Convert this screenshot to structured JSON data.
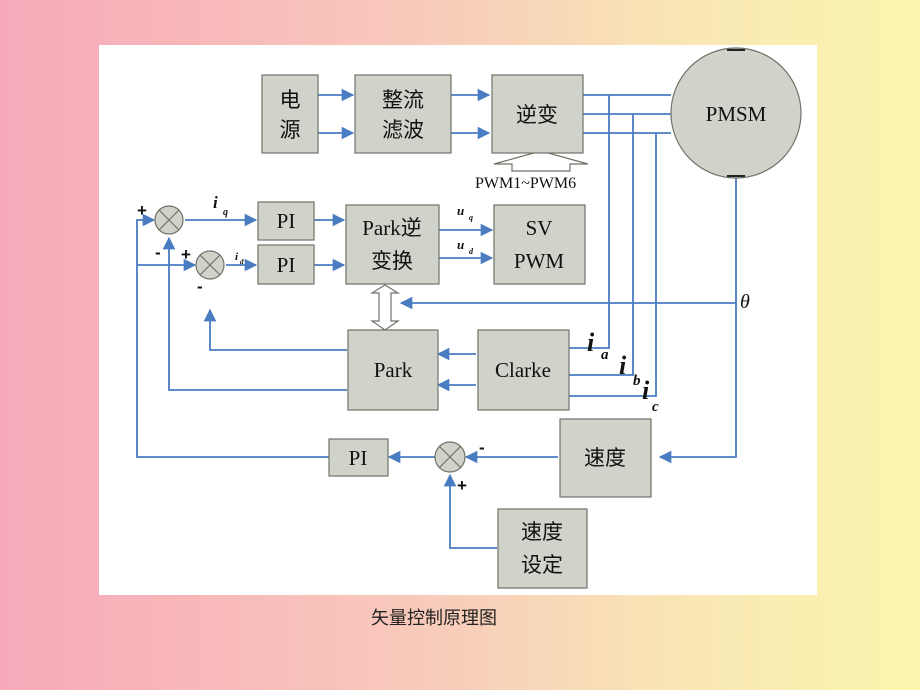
{
  "caption": "矢量控制原理图",
  "diagram": {
    "blocks": {
      "power_line1": "电",
      "power_line2": "源",
      "rectifier_line1": "整流",
      "rectifier_line2": "滤波",
      "inverter": "逆变",
      "motor": "PMSM",
      "pi_q": "PI",
      "pi_d": "PI",
      "inv_park_line1": "Park逆",
      "inv_park_line2": "变换",
      "svpwm_line1": "SV",
      "svpwm_line2": "PWM",
      "park": "Park",
      "clarke": "Clarke",
      "speed": "速度",
      "speed_pi": "PI",
      "speed_set_line1": "速度",
      "speed_set_line2": "设定"
    },
    "labels": {
      "pwm_signals": "PWM1~PWM6",
      "theta": "θ",
      "iq": "i",
      "iq_sub": "q",
      "id": "i",
      "id_sub": "d",
      "uq": "u",
      "uq_sub": "q",
      "ud": "u",
      "ud_sub": "d",
      "ia": "i",
      "ia_sub": "a",
      "ib": "i",
      "ib_sub": "b",
      "ic": "i",
      "ic_sub": "c"
    },
    "signs": {
      "sum_q_plus": "+",
      "sum_q_minus": "-",
      "sum_d_plus": "+",
      "sum_d_minus": "-",
      "sum_speed_minus": "-",
      "sum_speed_plus": "+"
    }
  }
}
